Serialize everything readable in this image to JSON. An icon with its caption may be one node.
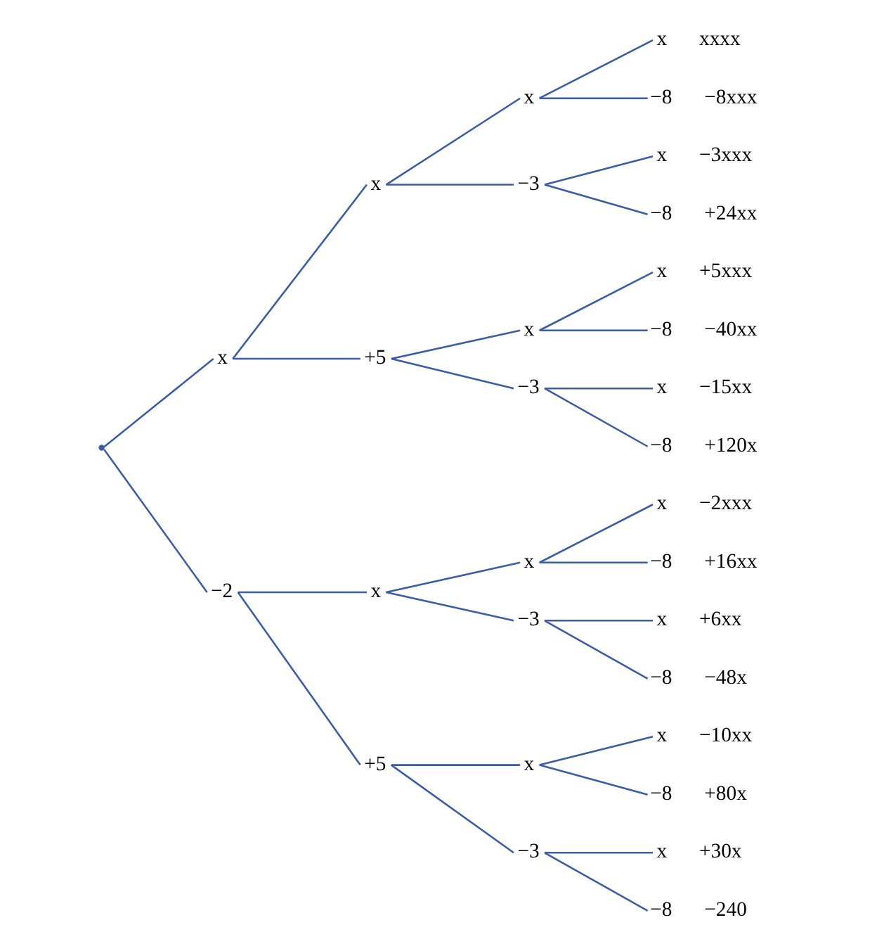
{
  "diagram": {
    "nodes": [
      {
        "text": [],
        "shape": "point"
      },
      {
        "text": [
          "x"
        ]
      },
      {
        "text": [
          "x"
        ]
      },
      {
        "text": [
          "x"
        ]
      },
      {
        "text": [
          "x"
        ],
        "beside": [
          "xxxx"
        ]
      },
      {
        "text": [
          "−8"
        ],
        "beside": [
          "−8xxx"
        ]
      },
      {
        "text": [
          "−3"
        ]
      },
      {
        "text": [
          "x"
        ],
        "beside": [
          "−3xxx"
        ]
      },
      {
        "text": [
          "−8"
        ],
        "beside": [
          "+24xx"
        ]
      },
      {
        "text": [
          "+5"
        ]
      },
      {
        "text": [
          "x"
        ]
      },
      {
        "text": [
          "x"
        ],
        "beside": [
          "+5xxx"
        ]
      },
      {
        "text": [
          "−8"
        ],
        "beside": [
          "−40xx"
        ]
      },
      {
        "text": [
          "−3"
        ]
      },
      {
        "text": [
          "x"
        ],
        "beside": [
          "−15xx"
        ]
      },
      {
        "text": [
          "−8"
        ],
        "beside": [
          "+120x"
        ]
      },
      {
        "text": [
          "−2"
        ]
      },
      {
        "text": [
          "x"
        ]
      },
      {
        "text": [
          "x"
        ]
      },
      {
        "text": [
          "x"
        ],
        "beside": [
          "−2xxx"
        ]
      },
      {
        "text": [
          "−8"
        ],
        "beside": [
          "+16xx"
        ]
      },
      {
        "text": [
          "−3"
        ]
      },
      {
        "text": [
          "x"
        ],
        "beside": [
          "+6xx"
        ]
      },
      {
        "text": [
          "−8"
        ],
        "beside": [
          "−48x"
        ]
      },
      {
        "text": [
          "+5"
        ]
      },
      {
        "text": [
          "x"
        ]
      },
      {
        "text": [
          "x"
        ],
        "beside": [
          "−10xx"
        ]
      },
      {
        "text": [
          "−8"
        ],
        "beside": [
          "+80x"
        ]
      },
      {
        "text": [
          "−3"
        ]
      },
      {
        "text": [
          "x"
        ],
        "beside": [
          "+30x"
        ]
      },
      {
        "text": [
          "−8"
        ],
        "beside": [
          "−240"
        ]
      }
    ],
    "edges": [
      {
        "from": 0,
        "to": 1,
        "arrow": "none"
      },
      {
        "from": 1,
        "to": 2,
        "arrow": "none"
      },
      {
        "from": 2,
        "to": 3,
        "arrow": "none"
      },
      {
        "from": 3,
        "to": 4,
        "arrow": "none"
      },
      {
        "from": 3,
        "to": 5,
        "arrow": "none"
      },
      {
        "from": 2,
        "to": 6,
        "arrow": "none"
      },
      {
        "from": 6,
        "to": 7,
        "arrow": "none"
      },
      {
        "from": 6,
        "to": 8,
        "arrow": "none"
      },
      {
        "from": 1,
        "to": 9,
        "arrow": "none"
      },
      {
        "from": 9,
        "to": 10,
        "arrow": "none"
      },
      {
        "from": 10,
        "to": 11,
        "arrow": "none"
      },
      {
        "from": 10,
        "to": 12,
        "arrow": "none"
      },
      {
        "from": 9,
        "to": 13,
        "arrow": "none"
      },
      {
        "from": 13,
        "to": 14,
        "arrow": "none"
      },
      {
        "from": 13,
        "to": 15,
        "arrow": "none"
      },
      {
        "from": 0,
        "to": 16,
        "arrow": "none"
      },
      {
        "from": 16,
        "to": 17,
        "arrow": "none"
      },
      {
        "from": 17,
        "to": 18,
        "arrow": "none"
      },
      {
        "from": 18,
        "to": 19,
        "arrow": "none"
      },
      {
        "from": 18,
        "to": 20,
        "arrow": "none"
      },
      {
        "from": 17,
        "to": 21,
        "arrow": "none"
      },
      {
        "from": 21,
        "to": 22,
        "arrow": "none"
      },
      {
        "from": 21,
        "to": 23,
        "arrow": "none"
      },
      {
        "from": 16,
        "to": 24,
        "arrow": "none"
      },
      {
        "from": 24,
        "to": 25,
        "arrow": "none"
      },
      {
        "from": 25,
        "to": 26,
        "arrow": "none"
      },
      {
        "from": 25,
        "to": 27,
        "arrow": "none"
      },
      {
        "from": 24,
        "to": 28,
        "arrow": "none"
      },
      {
        "from": 28,
        "to": 29,
        "arrow": "none"
      },
      {
        "from": 28,
        "to": 30,
        "arrow": "none"
      }
    ]
  }
}
